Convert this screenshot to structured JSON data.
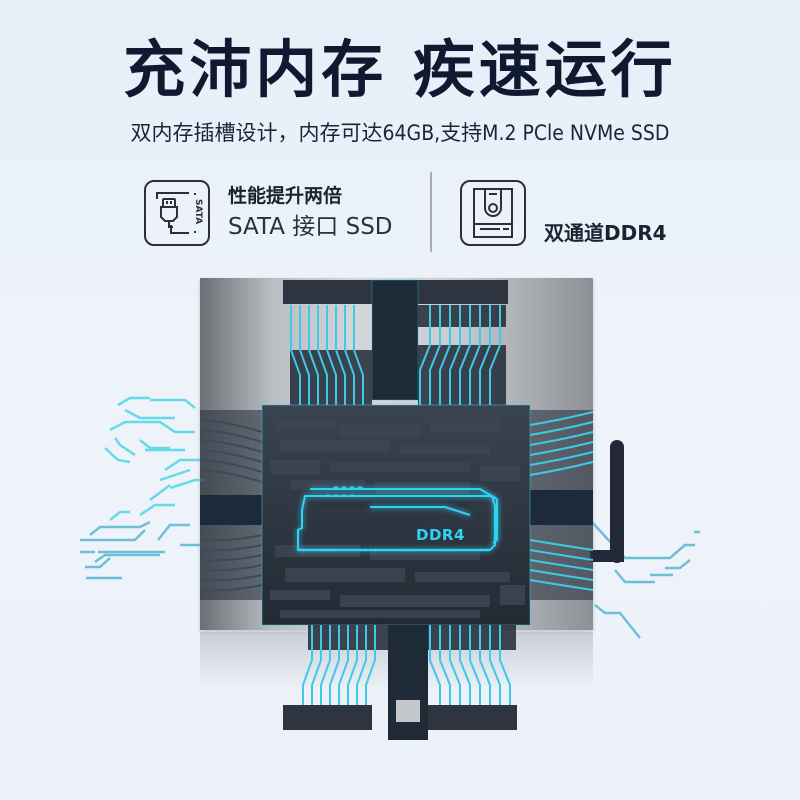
{
  "header": {
    "headline": "充沛内存 疾速运行",
    "subline": "双内存插槽设计，内存可达64GB,支持M.2 PCle NVMe SSD"
  },
  "features": [
    {
      "icon": "sata-cable-icon",
      "icon_text": "SATA",
      "title": "性能提升两倍",
      "subtitle": "SATA 接口 SSD"
    },
    {
      "icon": "hard-drive-icon",
      "title": "双通道DDR4"
    }
  ],
  "illustration": {
    "chip_label": "DDR4",
    "accent_color": "#2fd2f2",
    "chip_color": "#2b3440",
    "trace_color": "#3ec9e6"
  }
}
